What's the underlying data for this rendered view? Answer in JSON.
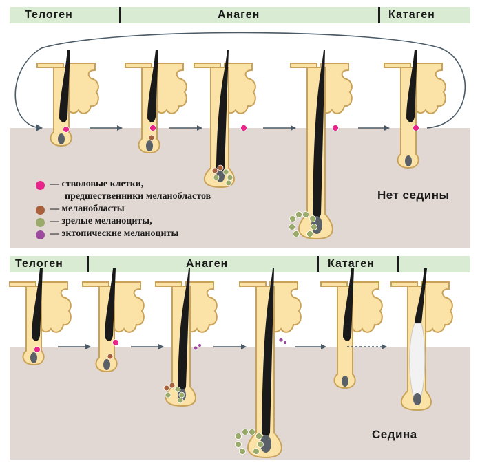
{
  "top_panel": {
    "stages": [
      "Телоген",
      "Анаген",
      "Катаген"
    ],
    "outcome": "Нет седины"
  },
  "bottom_panel": {
    "stages": [
      "Телоген",
      "Анаген",
      "Катаген"
    ],
    "outcome": "Седина"
  },
  "legend": [
    {
      "color": "#e8258a",
      "text": "— стволовые клетки,"
    },
    {
      "color": "#e8258a",
      "text": "предшественники меланобластов"
    },
    {
      "color": "#a8613c",
      "text": "— меланобласты"
    },
    {
      "color": "#9aaa6b",
      "text": "— зрелые меланоциты,"
    },
    {
      "color": "#9b4a9e",
      "text": "— эктопические меланоциты"
    }
  ],
  "colors": {
    "header_bg": "#d9ebd3",
    "skin": "#e2d8d3",
    "follicle_fill": "#fbe2a6",
    "follicle_outline": "#c9a25a",
    "hair": "#1a1a1a",
    "papilla": "#5a6068",
    "stem_cell": "#e8258a",
    "melanoblast": "#a8613c",
    "melanocyte": "#9aaa6b",
    "ectopic_melanocyte": "#9b4a9e",
    "arrow": "#4a5a66"
  }
}
